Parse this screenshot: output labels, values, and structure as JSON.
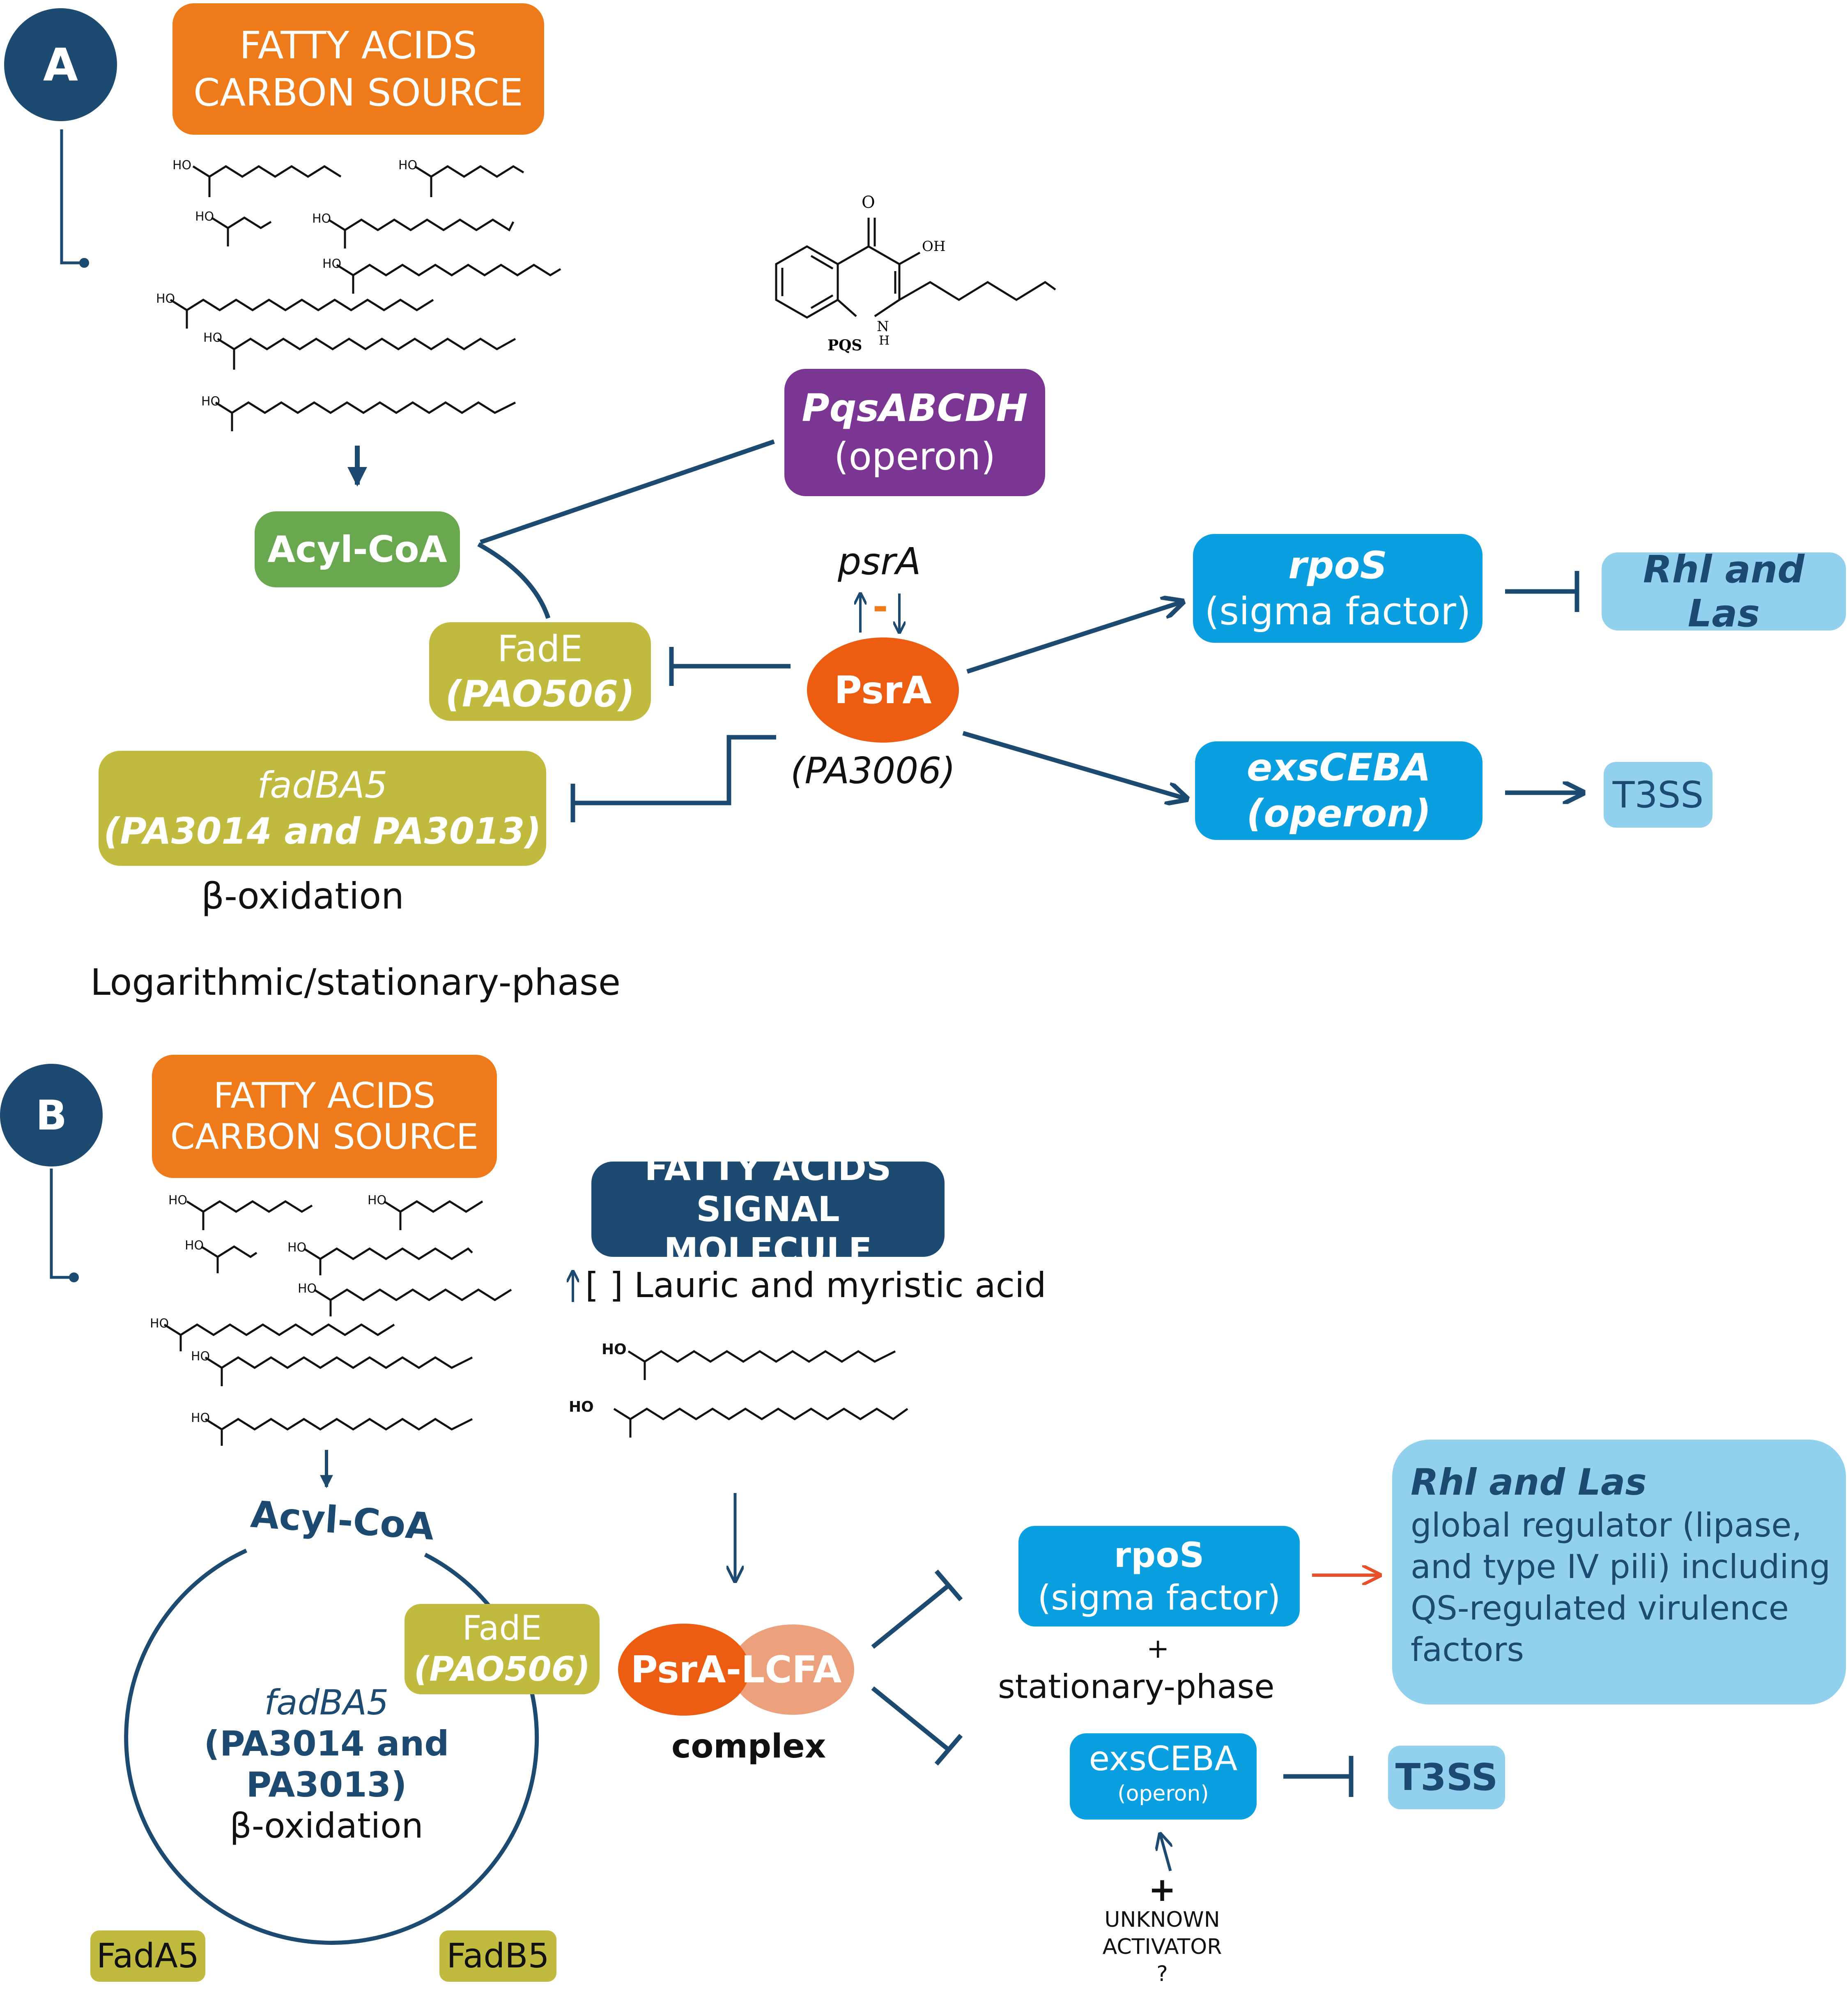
{
  "panel_a": {
    "badge": "A",
    "fatty_acids_carbon_source": [
      "FATTY ACIDS",
      "CARBON SOURCE"
    ],
    "pqs_label": "PQS",
    "pqs_oh": "OH",
    "pqs_o": "O",
    "pqs_nh": "N",
    "pqs_h": "H",
    "pqs_operon": [
      "PqsABCDH",
      "(operon)"
    ],
    "acyl_coa": "Acyl-CoA",
    "psrA_gene": "psrA",
    "minus_sign": "-",
    "fadE": [
      "FadE",
      "(PAO506)"
    ],
    "psrA_protein": "PsrA",
    "psrA_locus": "(PA3006)",
    "fadBA5": [
      "fadBA5",
      "(PA3014 and PA3013)"
    ],
    "beta_oxidation": "β-oxidation",
    "phase": "Logarithmic/stationary-phase",
    "rpoS": [
      "rpoS",
      "(sigma factor)"
    ],
    "rhl_las": "Rhl and Las",
    "exsCEBA": [
      "exsCEBA",
      "(operon)"
    ],
    "t3ss": "T3SS"
  },
  "panel_b": {
    "badge": "B",
    "fatty_acids_carbon_source": [
      "FATTY ACIDS",
      "CARBON SOURCE"
    ],
    "fatty_acids_signal": [
      "FATTY ACIDS",
      "SIGNAL MOLECULE"
    ],
    "lauric_myristic": "[ ] Lauric and myristic acid",
    "acyl_coa": "Acyl-CoA",
    "fadE": [
      "FadE",
      "(PAO506)"
    ],
    "fadBA5": [
      "fadBA5",
      "(PA3014 and PA3013)",
      "β-oxidation"
    ],
    "fadA5": "FadA5",
    "fadB5": "FadB5",
    "psra_lcfa": "PsrA-LCFA",
    "complex": "complex",
    "rpoS": [
      "rpoS",
      "(sigma factor)"
    ],
    "plus_stationary": [
      "+",
      "stationary-phase"
    ],
    "rhl_las": {
      "title": "Rhl and Las",
      "lines": [
        "global regulator (lipase,",
        "and type IV pili) including",
        "QS-regulated virulence",
        "factors"
      ]
    },
    "exsCEBA": [
      "exsCEBA",
      "(operon)"
    ],
    "t3ss": "T3SS",
    "unknown_activator": [
      "+",
      "UNKNOWN",
      "ACTIVATOR",
      "?"
    ]
  },
  "colors": {
    "navy": "#1d4a71",
    "orange": "#ef7a1a",
    "psra_orange": "#ec5d12",
    "green": "#6aa84f",
    "olive": "#c0bb3e",
    "purple": "#7b3593",
    "blue": "#0a9fe0",
    "light_blue": "#92d1ee",
    "red_arrow": "#e8502a",
    "lcfa_salmon": "#eda07c"
  }
}
